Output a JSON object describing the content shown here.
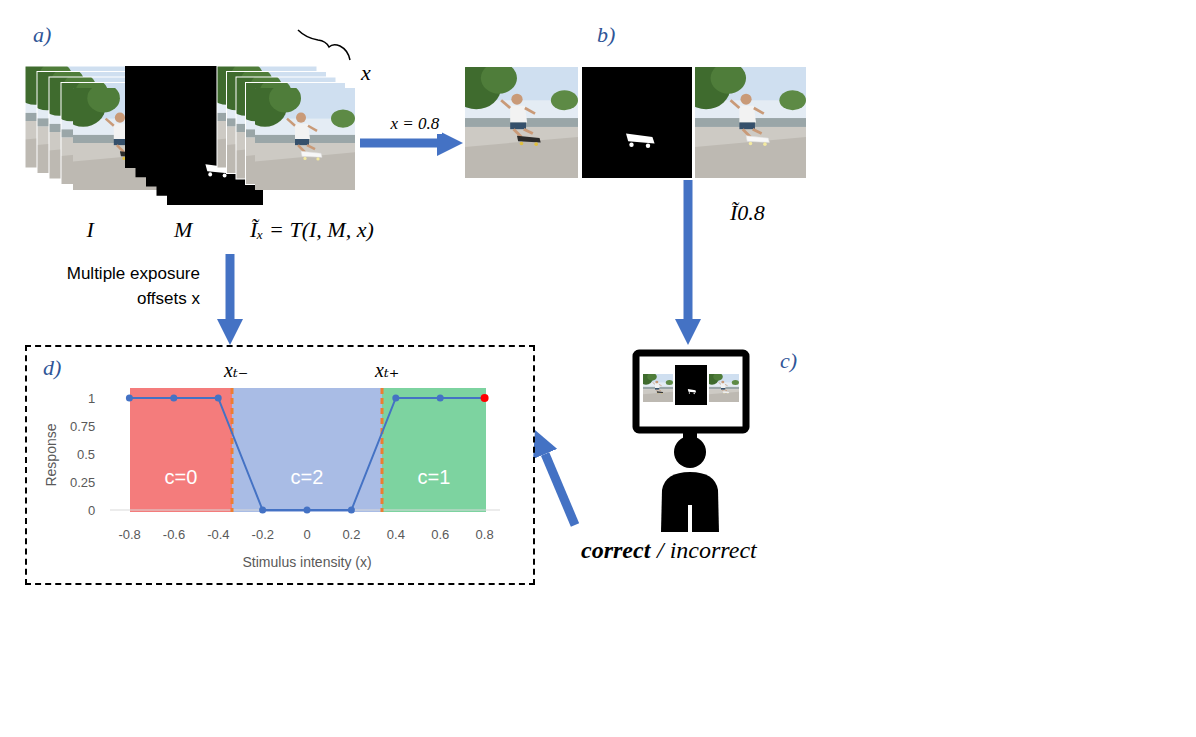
{
  "diagram": {
    "nodes": [
      {
        "text": [
          "a)"
        ]
      },
      {
        "text": [
          "b)"
        ]
      },
      {
        "text": [
          "c)",
          "correct",
          "/ incorrect"
        ]
      },
      {
        "text": [
          "d)"
        ]
      },
      {
        "text": [
          "c=0"
        ],
        "in": 3
      },
      {
        "text": [
          "c=2"
        ],
        "in": 3
      },
      {
        "text": [
          "c=1"
        ],
        "in": 3
      }
    ],
    "edges": [
      {
        "from": 0,
        "to": 1,
        "arrow": "to",
        "label": "x = 0.8"
      },
      {
        "from": 1,
        "to": 2,
        "arrow": "to"
      },
      {
        "from": 0,
        "to": 3,
        "arrow": "to",
        "label": "Multiple exposure offsets x"
      },
      {
        "from": 2,
        "to": 3,
        "arrow": "to"
      }
    ],
    "labels": [
      "I",
      "M",
      "Ĩₓ = T(I, M, x)",
      "x",
      "Ĩ0.8",
      "xₜ₋",
      "xₜ₊",
      "1",
      "0.75",
      "0.5",
      "0.25",
      "0",
      "-0.8",
      "-0.6",
      "-0.4",
      "-0.2",
      "0",
      "0.2",
      "0.4",
      "0.6",
      "0.8",
      "Response",
      "Stimulus intensity (x)"
    ]
  }
}
